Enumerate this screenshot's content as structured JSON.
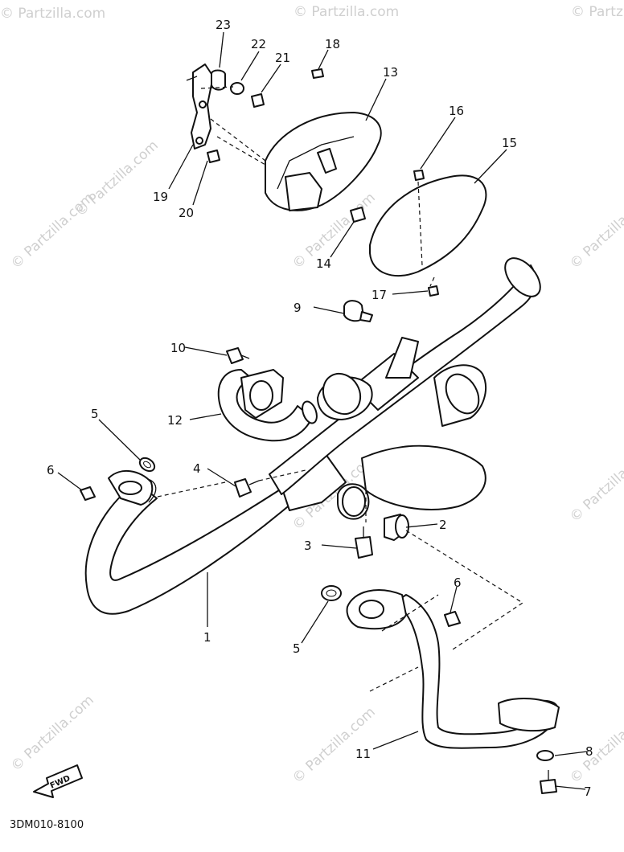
{
  "watermark": "© Partzilla.com",
  "diagram_code": "3DM010-8100",
  "fwd_label": "FWD",
  "callouts": [
    {
      "id": "c1",
      "label": "1"
    },
    {
      "id": "c2",
      "label": "2"
    },
    {
      "id": "c3",
      "label": "3"
    },
    {
      "id": "c4",
      "label": "4"
    },
    {
      "id": "c5a",
      "label": "5"
    },
    {
      "id": "c5b",
      "label": "5"
    },
    {
      "id": "c6a",
      "label": "6"
    },
    {
      "id": "c6b",
      "label": "6"
    },
    {
      "id": "c7",
      "label": "7"
    },
    {
      "id": "c8",
      "label": "8"
    },
    {
      "id": "c9",
      "label": "9"
    },
    {
      "id": "c10",
      "label": "10"
    },
    {
      "id": "c11",
      "label": "11"
    },
    {
      "id": "c12",
      "label": "12"
    },
    {
      "id": "c13",
      "label": "13"
    },
    {
      "id": "c14",
      "label": "14"
    },
    {
      "id": "c15",
      "label": "15"
    },
    {
      "id": "c16",
      "label": "16"
    },
    {
      "id": "c17",
      "label": "17"
    },
    {
      "id": "c18",
      "label": "18"
    },
    {
      "id": "c19",
      "label": "19"
    },
    {
      "id": "c20",
      "label": "20"
    },
    {
      "id": "c21",
      "label": "21"
    },
    {
      "id": "c22",
      "label": "22"
    },
    {
      "id": "c23",
      "label": "23"
    }
  ]
}
